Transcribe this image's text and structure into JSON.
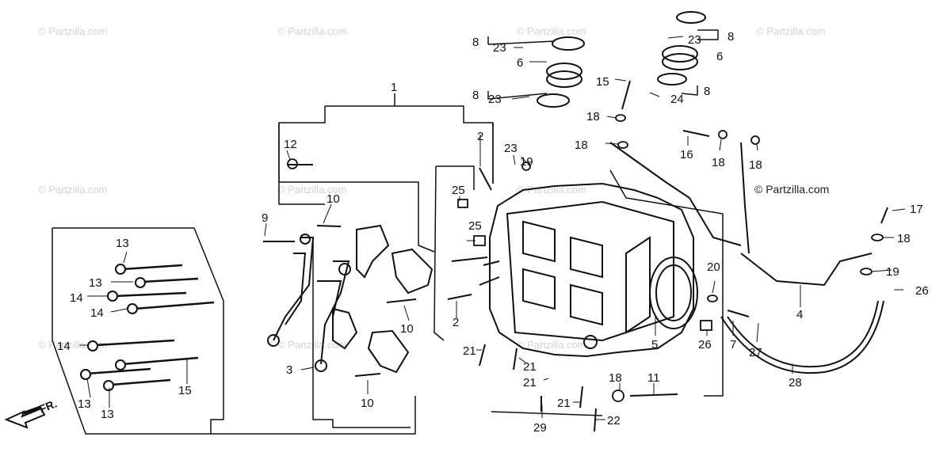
{
  "watermarks": [
    "© Partzilla.com",
    "© Partzilla.com",
    "© Partzilla.com",
    "© Partzilla.com",
    "© Partzilla.com",
    "© Partzilla.com",
    "© Partzilla.com",
    "© Partzilla.com",
    "© Partzilla.com",
    "© Partzilla.com"
  ],
  "copyright": "© Partzilla.com",
  "direction_label": "FR.",
  "callouts": [
    "1",
    "2",
    "2",
    "3",
    "4",
    "5",
    "6",
    "6",
    "7",
    "8",
    "8",
    "8",
    "8",
    "9",
    "10",
    "10",
    "10",
    "11",
    "12",
    "13",
    "13",
    "13",
    "13",
    "14",
    "14",
    "14",
    "15",
    "15",
    "16",
    "17",
    "18",
    "18",
    "18",
    "18",
    "18",
    "18",
    "19",
    "19",
    "20",
    "21",
    "21",
    "21",
    "21",
    "22",
    "23",
    "23",
    "23",
    "23",
    "24",
    "25",
    "25",
    "26",
    "26",
    "27",
    "28",
    "29"
  ]
}
